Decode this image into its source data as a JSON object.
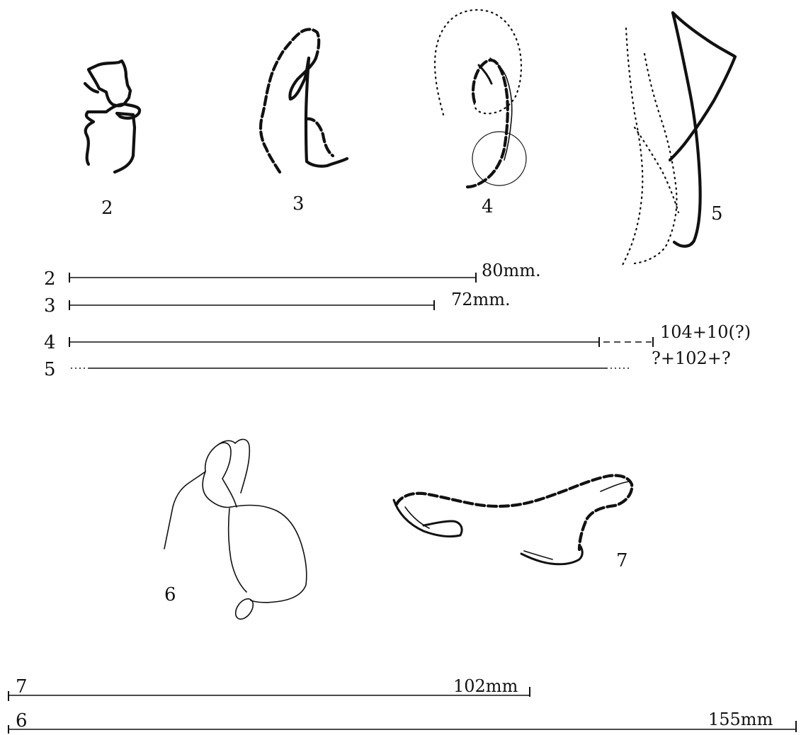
{
  "figure": {
    "specimens": [
      {
        "id": "2",
        "label": "2"
      },
      {
        "id": "3",
        "label": "3"
      },
      {
        "id": "4",
        "label": "4"
      },
      {
        "id": "5",
        "label": "5"
      },
      {
        "id": "6",
        "label": "6"
      },
      {
        "id": "7",
        "label": "7"
      }
    ],
    "scale_bars_upper": [
      {
        "label": "2",
        "length_text": "80mm.",
        "length_mm": 80
      },
      {
        "label": "3",
        "length_text": "72mm.",
        "length_mm": 72
      },
      {
        "label": "4",
        "length_text": "104+10(?)",
        "length_mm": 104,
        "extra_mm": 10
      },
      {
        "label": "5",
        "length_text": "?+102+?",
        "length_mm": 102
      }
    ],
    "scale_bars_lower": [
      {
        "label": "7",
        "length_text": "102mm",
        "length_mm": 102
      },
      {
        "label": "6",
        "length_text": "155mm",
        "length_mm": 155
      }
    ]
  }
}
